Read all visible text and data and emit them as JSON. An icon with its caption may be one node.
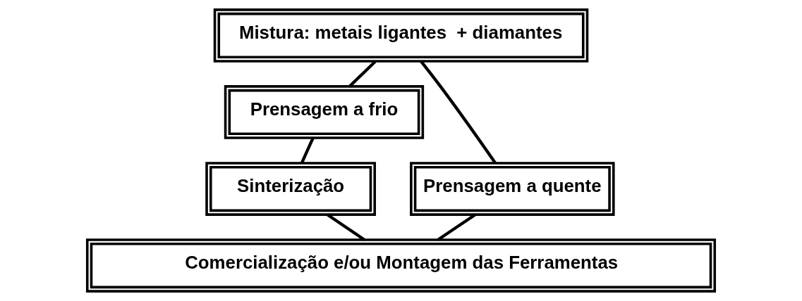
{
  "diagram": {
    "nodes": [
      {
        "text": [
          "Mistura: metais ligantes  + diamantes"
        ]
      },
      {
        "text": [
          "Prensagem a frio"
        ]
      },
      {
        "text": [
          "Prensagem a quente"
        ]
      },
      {
        "text": [
          "Sinterização"
        ]
      },
      {
        "text": [
          "Comercialização e/ou Montagem das Ferramentas"
        ]
      }
    ],
    "edges": [
      {
        "from": 0,
        "to": 1,
        "arrow": "none"
      },
      {
        "from": 0,
        "to": 2,
        "arrow": "none"
      },
      {
        "from": 1,
        "to": 3,
        "arrow": "none"
      },
      {
        "from": 3,
        "to": 4,
        "arrow": "none"
      },
      {
        "from": 2,
        "to": 4,
        "arrow": "none"
      }
    ]
  }
}
